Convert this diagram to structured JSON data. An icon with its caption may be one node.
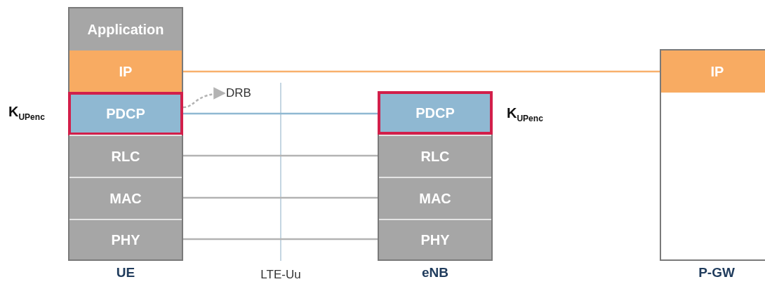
{
  "diagram": {
    "nodes": [
      {
        "text": [
          "UE"
        ]
      },
      {
        "text": [
          "Application"
        ],
        "in": 0
      },
      {
        "text": [
          "IP"
        ],
        "in": 0
      },
      {
        "text": [
          "PDCP"
        ],
        "in": 0,
        "beside": [
          "K$_{UPenc}$"
        ]
      },
      {
        "text": [
          "RLC"
        ],
        "in": 0
      },
      {
        "text": [
          "MAC"
        ],
        "in": 0
      },
      {
        "text": [
          "PHY"
        ],
        "in": 0
      },
      {
        "text": [
          "eNB"
        ]
      },
      {
        "text": [
          "PDCP"
        ],
        "in": 7,
        "beside": [
          "K$_{UPenc}$"
        ]
      },
      {
        "text": [
          "RLC"
        ],
        "in": 7
      },
      {
        "text": [
          "MAC"
        ],
        "in": 7
      },
      {
        "text": [
          "PHY"
        ],
        "in": 7
      },
      {
        "text": [
          "P-GW"
        ]
      },
      {
        "text": [
          "IP"
        ],
        "in": 12
      },
      {
        "text": [
          "DRB"
        ]
      }
    ],
    "edges": [
      {
        "from": 2,
        "to": 13,
        "arrow": "none",
        "color": "#f8b06c"
      },
      {
        "from": 3,
        "to": 8,
        "arrow": "none",
        "color": "#8fb8d2"
      },
      {
        "from": 4,
        "to": 9,
        "arrow": "none"
      },
      {
        "from": 5,
        "to": 10,
        "arrow": "none"
      },
      {
        "from": 6,
        "to": 11,
        "arrow": "none"
      },
      {
        "from": 3,
        "to": 14,
        "arrow": "to",
        "style": "dashed"
      }
    ],
    "labels": [
      "LTE-Uu"
    ]
  }
}
